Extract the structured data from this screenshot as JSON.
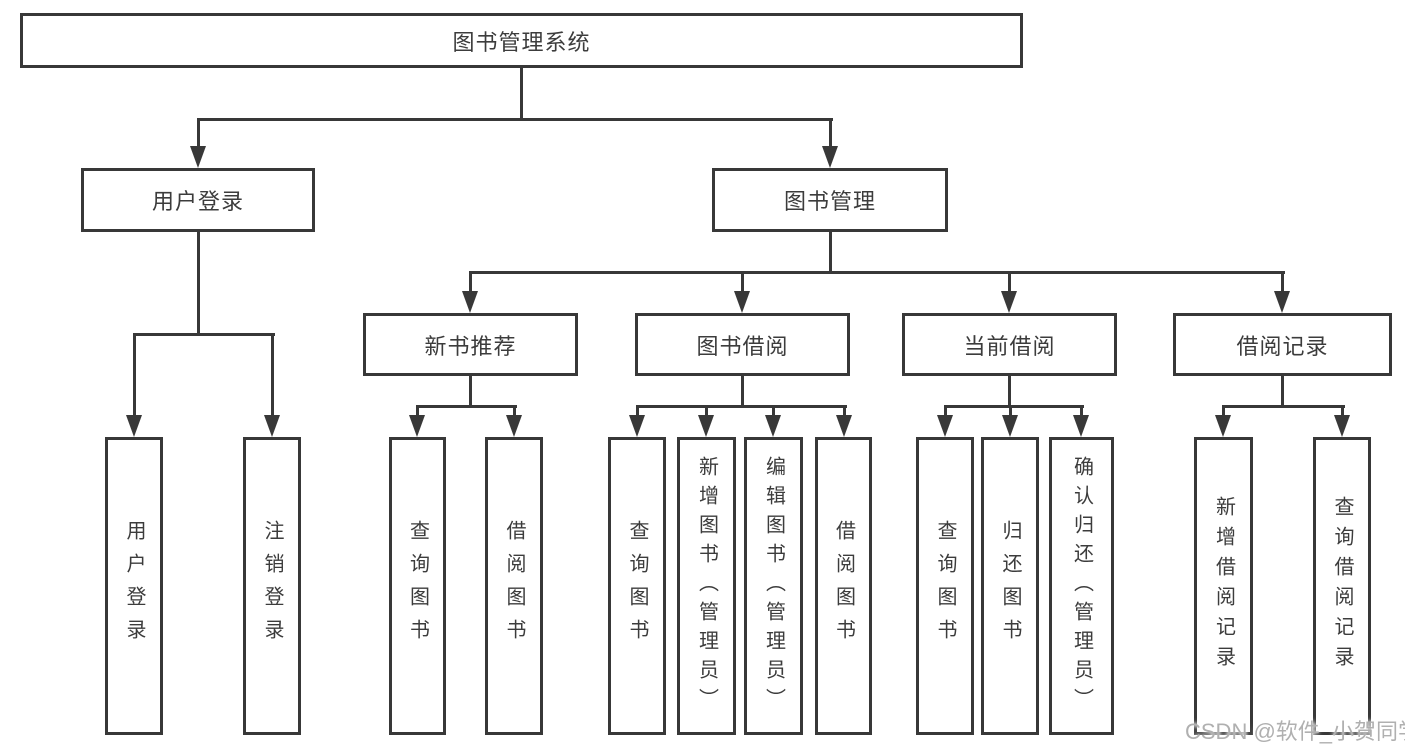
{
  "tree": {
    "root": {
      "label": "图书管理系统"
    },
    "level2": [
      {
        "label": "用户登录",
        "parent": "图书管理系统"
      },
      {
        "label": "图书管理",
        "parent": "图书管理系统"
      }
    ],
    "level3": [
      {
        "label": "新书推荐",
        "parent": "图书管理"
      },
      {
        "label": "图书借阅",
        "parent": "图书管理"
      },
      {
        "label": "当前借阅",
        "parent": "图书管理"
      },
      {
        "label": "借阅记录",
        "parent": "图书管理"
      }
    ],
    "leaves": [
      {
        "label": "用户登录",
        "parent": "用户登录"
      },
      {
        "label": "注销登录",
        "parent": "用户登录"
      },
      {
        "label": "查询图书",
        "parent": "新书推荐"
      },
      {
        "label": "借阅图书",
        "parent": "新书推荐"
      },
      {
        "label": "查询图书",
        "parent": "图书借阅"
      },
      {
        "label": "新增图书（管理员）",
        "parent": "图书借阅"
      },
      {
        "label": "编辑图书（管理员）",
        "parent": "图书借阅"
      },
      {
        "label": "借阅图书",
        "parent": "图书借阅"
      },
      {
        "label": "查询图书",
        "parent": "当前借阅"
      },
      {
        "label": "归还图书",
        "parent": "当前借阅"
      },
      {
        "label": "确认归还（管理员）",
        "parent": "当前借阅"
      },
      {
        "label": "新增借阅记录",
        "parent": "借阅记录"
      },
      {
        "label": "查询借阅记录",
        "parent": "借阅记录"
      }
    ]
  },
  "watermark": "CSDN @软件_小贺同学",
  "colors": {
    "line": "#383838",
    "text": "#3c3c3c",
    "background": "#ffffff",
    "watermark": "#b0b0b0"
  }
}
